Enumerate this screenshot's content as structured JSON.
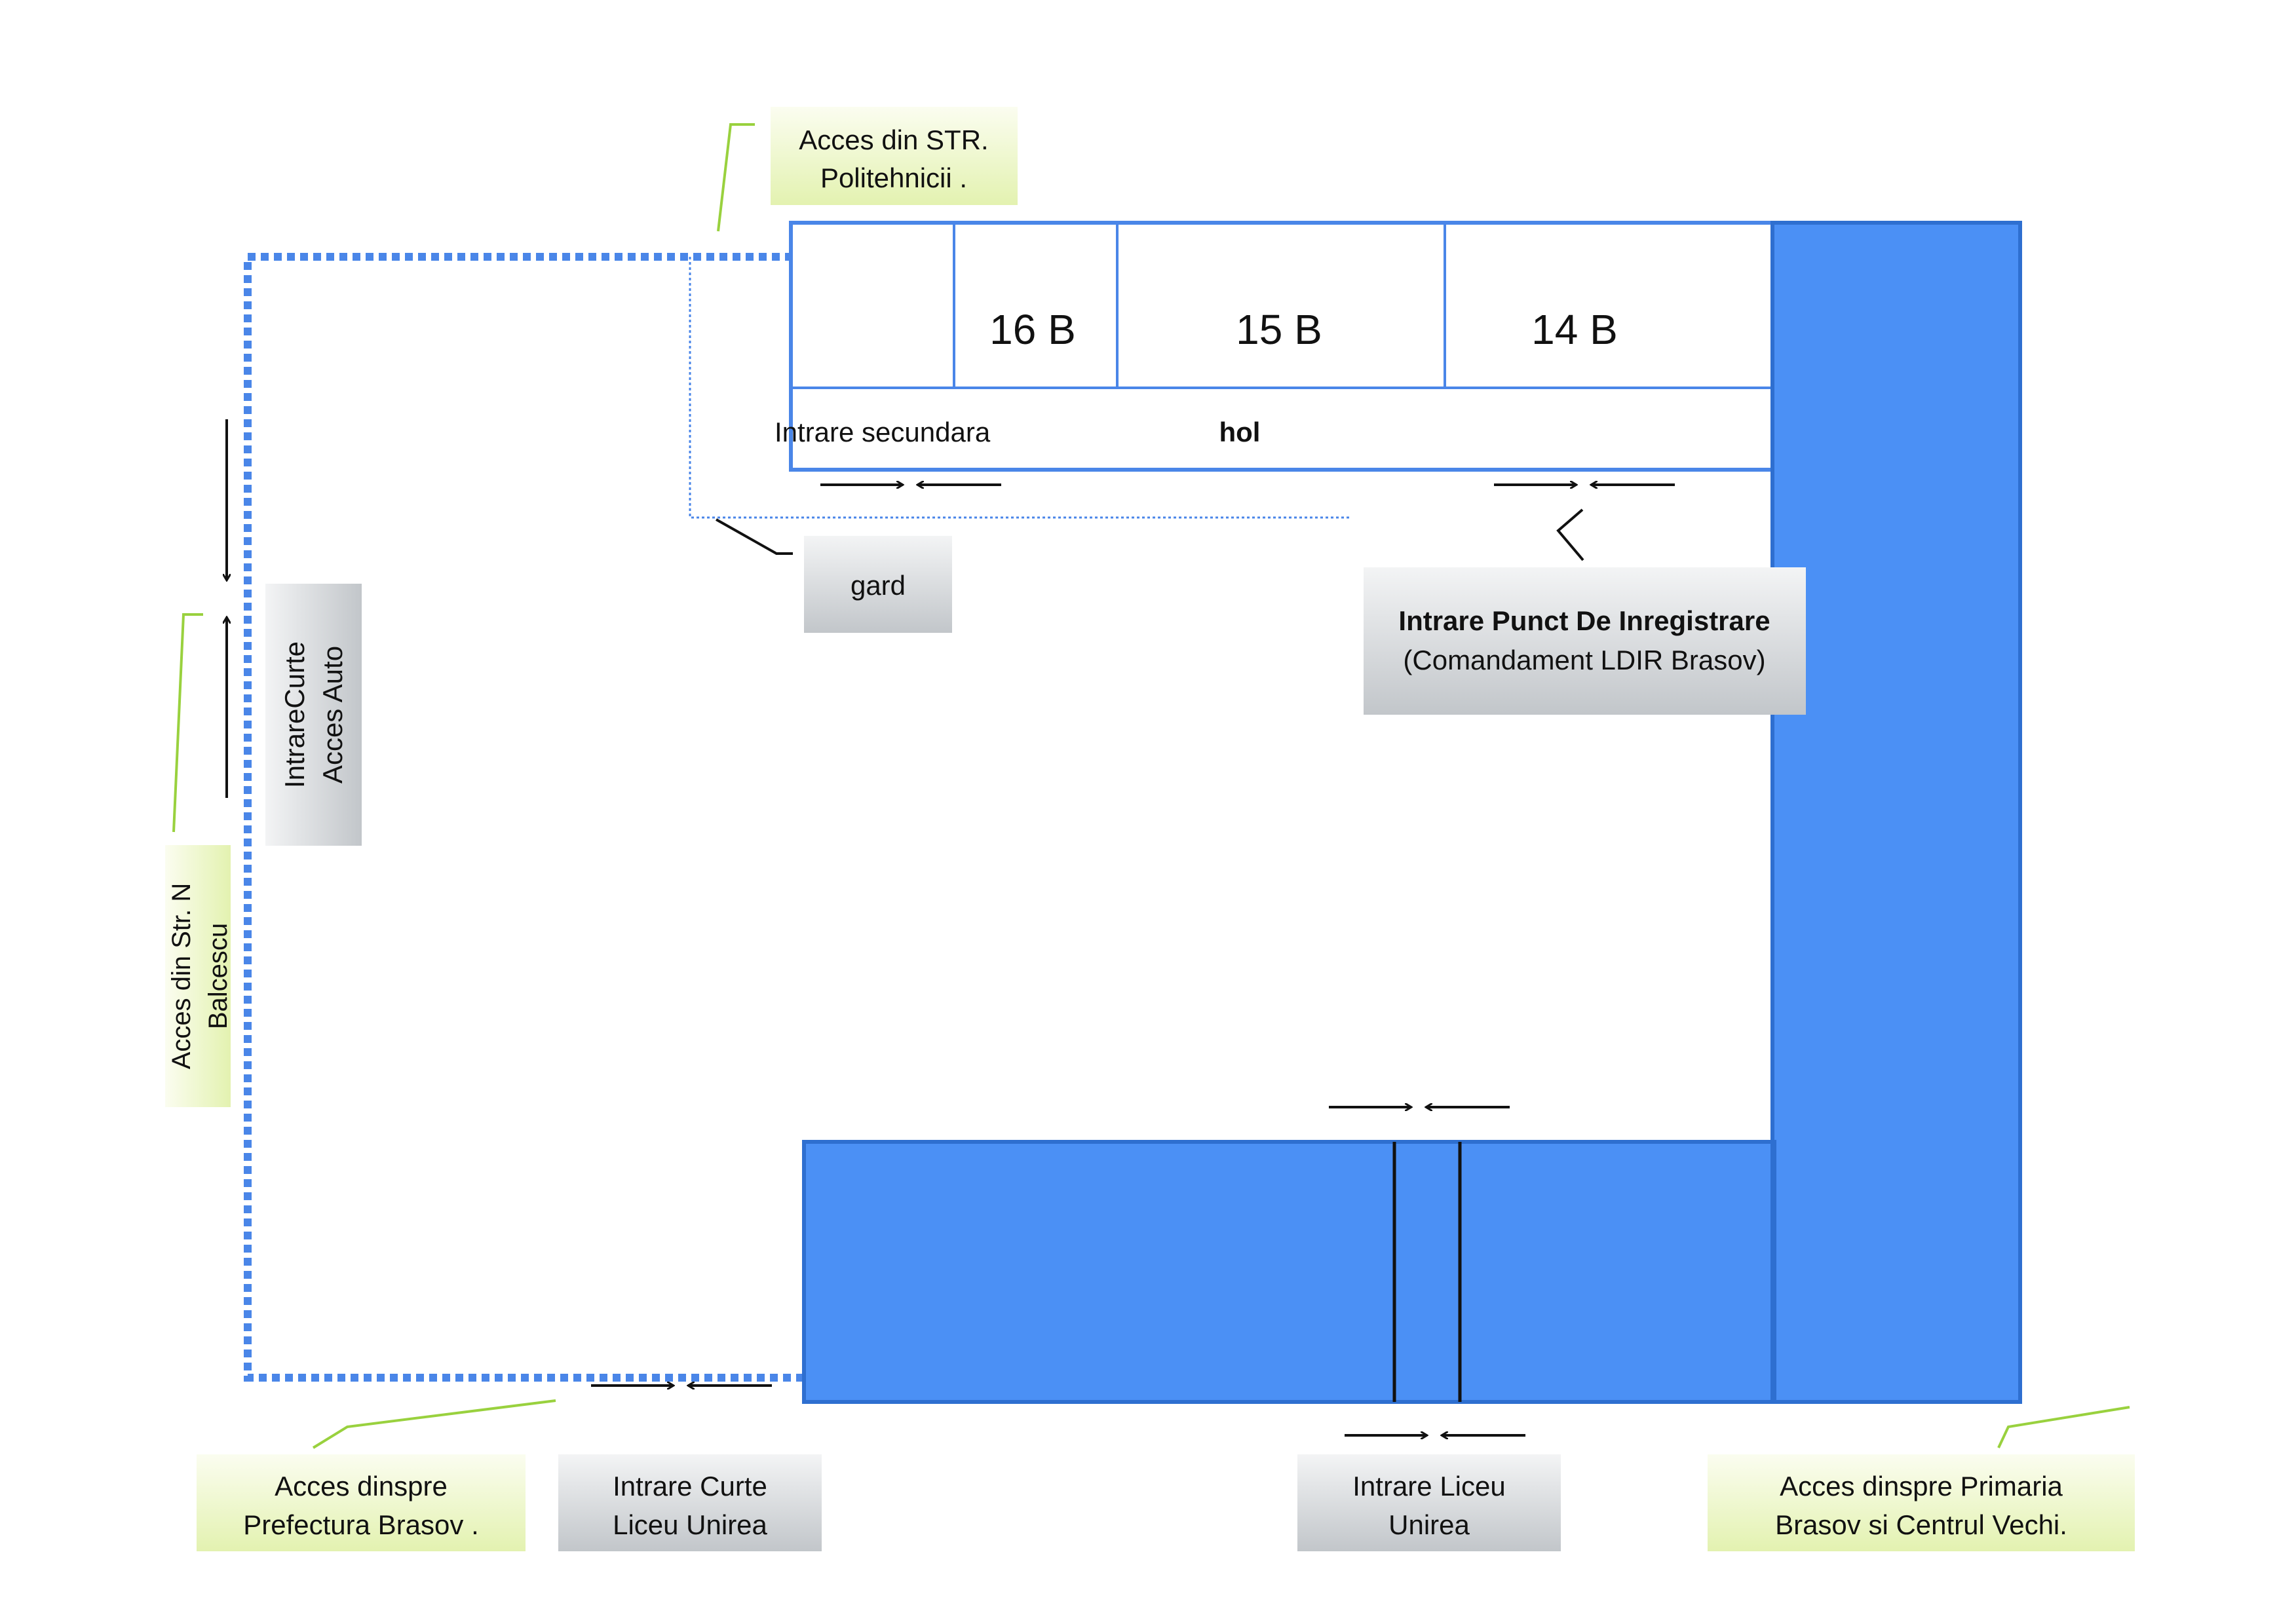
{
  "colors": {
    "building_fill": "#4b90f5",
    "building_stroke": "#2e6fd0",
    "outline": "#4a86e8",
    "fence_dotted": "#4a86e8",
    "green_callout_top": "#fbfdf0",
    "green_callout_bottom": "#e3f2b0",
    "green_line": "#99d13e",
    "gray_callout_top": "#f3f4f5",
    "gray_callout_bottom": "#c2c6ca",
    "arrow": "#111111"
  },
  "rooms": [
    "16 B",
    "15 B",
    "14 B"
  ],
  "corridor": {
    "entrance_label": "Intrare secundara",
    "hall_label": "hol"
  },
  "callouts": {
    "access_politehnicii": [
      "Acces din STR.",
      "Politehnicii  ."
    ],
    "fence": "gard",
    "registration_entrance": {
      "title": "Intrare Punct De Inregistrare",
      "subtitle": "(Comandament LDIR Brasov)"
    },
    "yard_car_access": [
      "IntrareCurte",
      "Acces Auto"
    ],
    "access_balcescu": [
      "Acces  din Str. N",
      "Balcescu"
    ],
    "access_prefectura": [
      "Acces dinspre",
      "Prefectura Brasov ."
    ],
    "yard_entrance_unirea": [
      "Intrare Curte",
      "Liceu Unirea"
    ],
    "highschool_entrance": [
      "Intrare Liceu",
      "Unirea"
    ],
    "access_primaria": [
      "Acces dinspre Primaria",
      "Brasov si Centrul  Vechi."
    ]
  }
}
